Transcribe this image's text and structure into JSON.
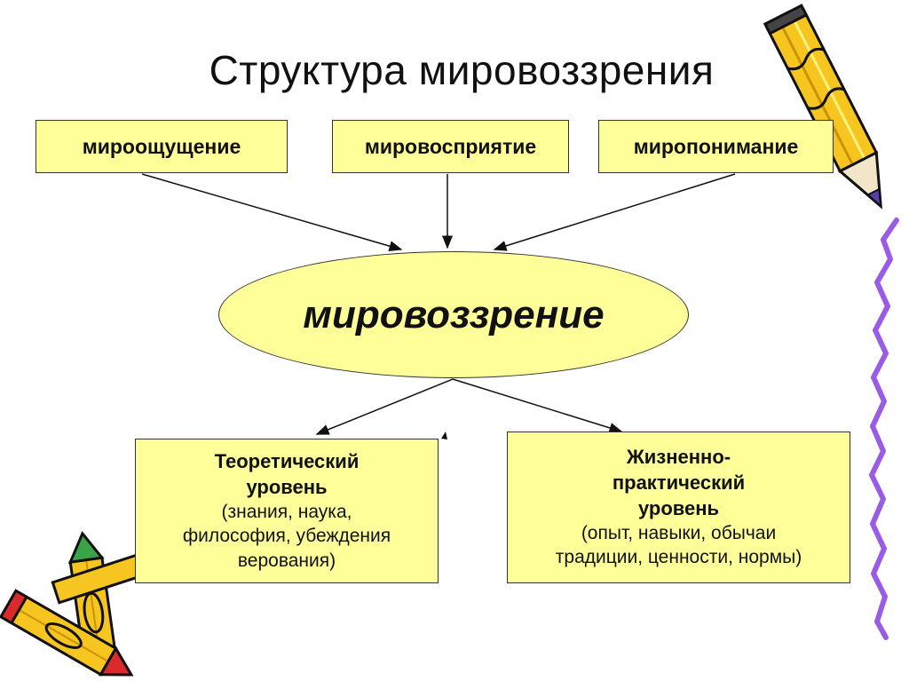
{
  "title": "Структура мировоззрения",
  "top_boxes": [
    {
      "label": "мироощущение"
    },
    {
      "label": "мировосприятие"
    },
    {
      "label": "миропонимание"
    }
  ],
  "center": {
    "label": "мировоззрение"
  },
  "levels": [
    {
      "head_lines": [
        "Теоретический",
        "уровень"
      ],
      "sub_lines": [
        "(знания, наука,",
        "философия, убеждения",
        "верования)"
      ]
    },
    {
      "head_lines": [
        "Жизненно-",
        "практический",
        "уровень"
      ],
      "sub_lines": [
        "(опыт, навыки, обычаи",
        "традиции, ценности, нормы)"
      ]
    }
  ],
  "colors": {
    "box_fill": "#ffff99",
    "pencil_yellow": "#f7c520",
    "squiggle_purple": "#9a5ce6"
  },
  "icons": [
    "pencil-icon",
    "pencil-cluster-icon",
    "squiggle-line-decoration"
  ]
}
